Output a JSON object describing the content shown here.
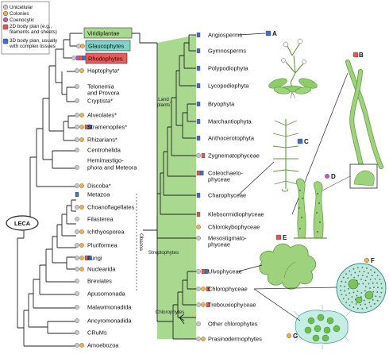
{
  "legend": {
    "unicellular": "Unicellular",
    "colonies": "Colonies",
    "coenocytic": "Coenocytic",
    "body2d_line1": "2D body plan (e.g.,",
    "body2d_line2": "filaments and sheets)",
    "body3d_line1": "3D body plan, usually",
    "body3d_line2": "with complex tissues"
  },
  "colors": {
    "unicellular": "#c9c9c9",
    "colonies": "#f2b24a",
    "coenocytic": "#c35ac9",
    "body2d": "#e2584f",
    "body3d": "#3c6fd1",
    "viridiplantae_box": "#a9d98f",
    "glaucophytes_box": "#7fd3c9",
    "rhodophytes_box": "#ea5b57",
    "green_band": "#a9d98f"
  },
  "root_label": "LECA",
  "eukaryotes": {
    "viridiplantae": "Viridiplantae",
    "glaucophytes": "Glaucophytes",
    "rhodophytes": "Rhodophytes",
    "groups": [
      {
        "key": "haptophyta",
        "label": "Haptophyta*"
      },
      {
        "key": "telonemia1",
        "label": "Telonemia"
      },
      {
        "key": "telonemia2",
        "label": "and Provora"
      },
      {
        "key": "cryptista",
        "label": "Cryptista*"
      },
      {
        "key": "alveolates",
        "label": "Alveolates*"
      },
      {
        "key": "stramenopiles",
        "label": "Stramenopiles*"
      },
      {
        "key": "rhizarians",
        "label": "Rhizarians*"
      },
      {
        "key": "centrohelida",
        "label": "Centrohelida"
      },
      {
        "key": "hemimastigo1",
        "label": "Hemimastigo-"
      },
      {
        "key": "hemimastigo2",
        "label": "phora and Meteora"
      },
      {
        "key": "discoba",
        "label": "Discoba*"
      },
      {
        "key": "metazoa",
        "label": "Metazoa"
      },
      {
        "key": "choanoflagellates",
        "label": "Choanoflagellates"
      },
      {
        "key": "filasterea",
        "label": "Filasterea"
      },
      {
        "key": "ichthyosporea",
        "label": "Ichthyosporea"
      },
      {
        "key": "pluriformea",
        "label": "Pluriformea"
      },
      {
        "key": "fungi",
        "label": "Fungi"
      },
      {
        "key": "nuclearida",
        "label": "Nuclearida"
      },
      {
        "key": "breviates",
        "label": "Breviates"
      },
      {
        "key": "apusomonada",
        "label": "Apusomonada"
      },
      {
        "key": "malawimonadida",
        "label": "Malawimonadida"
      },
      {
        "key": "ancyromonadida",
        "label": "Ancyromonadida"
      },
      {
        "key": "crums",
        "label": "CRuMs"
      },
      {
        "key": "amoebozoa",
        "label": "Amoebozoa"
      }
    ]
  },
  "obazoa_label": "Obazoa",
  "plant_groups": {
    "land_plants_1": "Land",
    "land_plants_2": "plants",
    "streptophytes": "Streptophytes",
    "chlorophytes": "Chlorophytes",
    "taxa": [
      {
        "key": "angiosperms",
        "label": "Angiosperms"
      },
      {
        "key": "gymnosperms",
        "label": "Gymnosperms"
      },
      {
        "key": "polypodiophyta",
        "label": "Polypodiophyta"
      },
      {
        "key": "lycopodiophyta",
        "label": "Lycopodiophyta"
      },
      {
        "key": "bryophyta",
        "label": "Bryophyta"
      },
      {
        "key": "marchantiophyta",
        "label": "Marchantiophyta"
      },
      {
        "key": "anthocerotophyta",
        "label": "Anthocerotophyta"
      },
      {
        "key": "zygnematophyceae",
        "label": "Zygnematophyceae"
      },
      {
        "key": "coleochaeto1",
        "label": "Coleochaeto-"
      },
      {
        "key": "coleochaeto2",
        "label": "phyceae"
      },
      {
        "key": "charophyceae",
        "label": "Charophyceae"
      },
      {
        "key": "klebsormidio",
        "label": "Klebsormidiophyceae"
      },
      {
        "key": "chlorokybo",
        "label": "Chlorokybophyceae"
      },
      {
        "key": "mesostigmato1",
        "label": "Mesostigmato-"
      },
      {
        "key": "mesostigmato2",
        "label": "phyceae"
      },
      {
        "key": "ulvophyceae",
        "label": "Ulvophyceae"
      },
      {
        "key": "chlorophyceae",
        "label": "Chlorophyceae"
      },
      {
        "key": "trebouxio",
        "label": "Trebouxiophyceae"
      },
      {
        "key": "other_chloro",
        "label": "Other chlorophytes"
      },
      {
        "key": "prasino",
        "label": "Prasinodermophytes"
      }
    ]
  },
  "panels": [
    "A",
    "B",
    "C",
    "D",
    "E",
    "F",
    "G"
  ]
}
